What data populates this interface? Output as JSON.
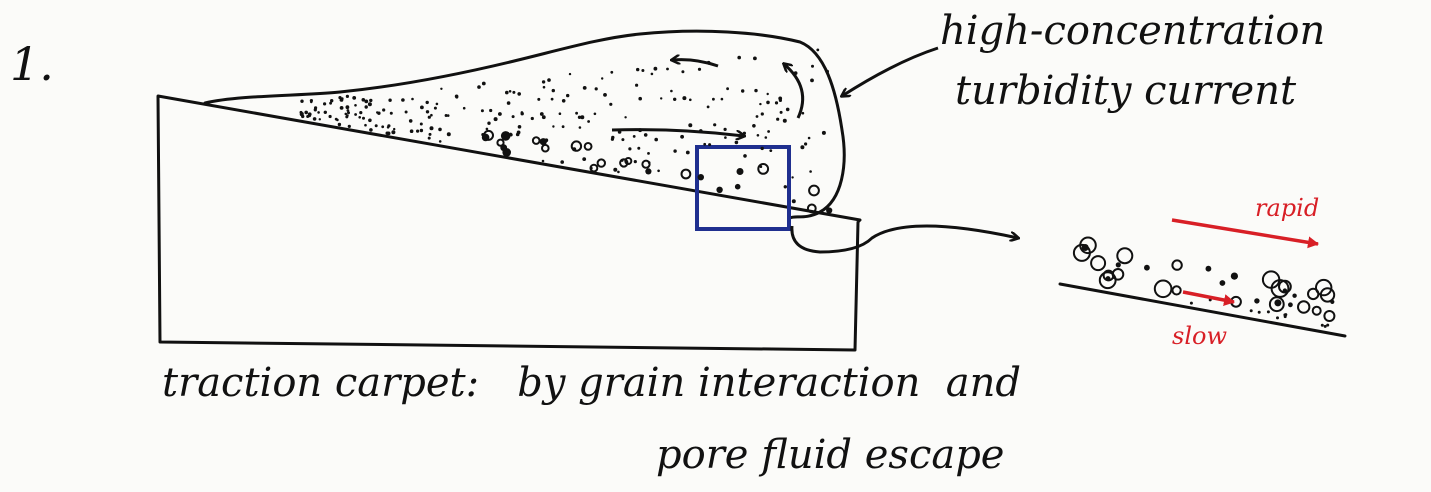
{
  "figure_number": "1.",
  "current_label_line1": "high-concentration",
  "current_label_line2": "turbidity current",
  "inset_fast_label": "rapid",
  "inset_slow_label": "slow",
  "caption_line1": "traction carpet:   by grain interaction  and",
  "caption_line2": "pore fluid escape",
  "colors": {
    "ink": "#111111",
    "zoom_box": "#1f2f8f",
    "velocity_arrow": "#d81f26",
    "paper": "#fbfbf9"
  }
}
